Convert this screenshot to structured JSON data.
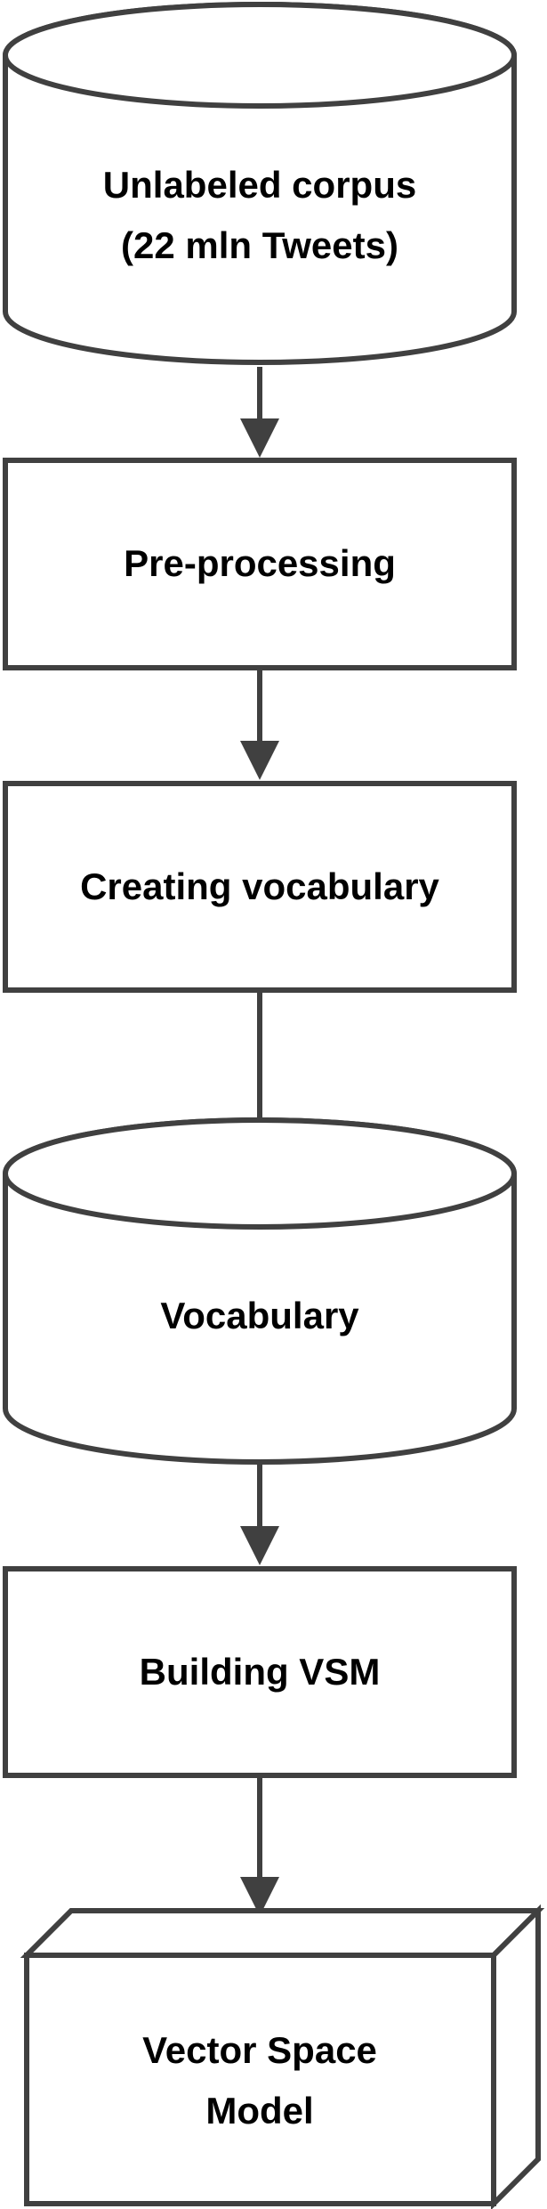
{
  "colors": {
    "stroke": "#404040",
    "fill": "#ffffff",
    "text": "#000000"
  },
  "nodes": [
    {
      "id": "unlabeled-corpus",
      "shape": "cylinder",
      "label_lines": [
        "Unlabeled corpus",
        "(22 mln Tweets)"
      ]
    },
    {
      "id": "pre-processing",
      "shape": "rectangle",
      "label_lines": [
        "Pre-processing"
      ]
    },
    {
      "id": "creating-vocabulary",
      "shape": "rectangle",
      "label_lines": [
        "Creating vocabulary"
      ]
    },
    {
      "id": "vocabulary",
      "shape": "cylinder",
      "label_lines": [
        "Vocabulary"
      ]
    },
    {
      "id": "building-vsm",
      "shape": "rectangle",
      "label_lines": [
        "Building VSM"
      ]
    },
    {
      "id": "vector-space-model",
      "shape": "cuboid",
      "label_lines": [
        "Vector Space",
        "Model"
      ]
    }
  ],
  "edges": [
    {
      "from": "unlabeled-corpus",
      "to": "pre-processing"
    },
    {
      "from": "pre-processing",
      "to": "creating-vocabulary"
    },
    {
      "from": "creating-vocabulary",
      "to": "vocabulary"
    },
    {
      "from": "vocabulary",
      "to": "building-vsm"
    },
    {
      "from": "building-vsm",
      "to": "vector-space-model"
    }
  ]
}
